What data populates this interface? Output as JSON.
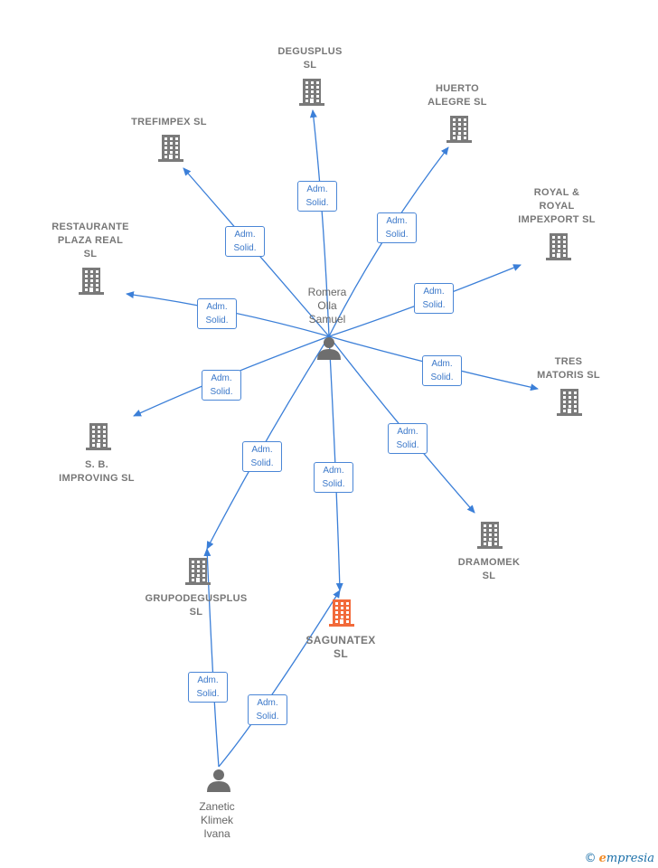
{
  "colors": {
    "edge": "#3b7fd8",
    "company": "#7a7a7a",
    "focus_company": "#f26a3a",
    "person": "#6e6e6e"
  },
  "nodes": [
    {
      "id": "romera",
      "type": "person",
      "label": "Romera\nOlla\nSamuel"
    },
    {
      "id": "zanetic",
      "type": "person",
      "label": "Zanetic\nKlimek\nIvana"
    },
    {
      "id": "degusplus",
      "type": "company",
      "label": "DEGUSPLUS\nSL"
    },
    {
      "id": "huerto",
      "type": "company",
      "label": "HUERTO\nALEGRE  SL"
    },
    {
      "id": "trefimpex",
      "type": "company",
      "label": "TREFIMPEX  SL"
    },
    {
      "id": "royal",
      "type": "company",
      "label": "ROYAL &\nROYAL\nIMPEXPORT SL"
    },
    {
      "id": "restaurante",
      "type": "company",
      "label": "RESTAURANTE\nPLAZA REAL\nSL"
    },
    {
      "id": "tres",
      "type": "company",
      "label": "TRES\nMATORIS SL"
    },
    {
      "id": "sb",
      "type": "company",
      "label": "S.  B.\nIMPROVING  SL"
    },
    {
      "id": "dramomek",
      "type": "company",
      "label": "DRAMOMEK\nSL"
    },
    {
      "id": "grupodegusplus",
      "type": "company",
      "label": "GRUPODEGUSPLUS\nSL"
    },
    {
      "id": "sagunatex",
      "type": "focus_company",
      "label": "SAGUNATEX\nSL"
    }
  ],
  "edges": [
    {
      "from": "romera",
      "to": "degusplus",
      "label": "Adm.\nSolid."
    },
    {
      "from": "romera",
      "to": "huerto",
      "label": "Adm.\nSolid."
    },
    {
      "from": "romera",
      "to": "trefimpex",
      "label": "Adm.\nSolid."
    },
    {
      "from": "romera",
      "to": "royal",
      "label": "Adm.\nSolid."
    },
    {
      "from": "romera",
      "to": "restaurante",
      "label": "Adm.\nSolid."
    },
    {
      "from": "romera",
      "to": "tres",
      "label": "Adm.\nSolid."
    },
    {
      "from": "romera",
      "to": "sb",
      "label": "Adm.\nSolid."
    },
    {
      "from": "romera",
      "to": "dramomek",
      "label": "Adm.\nSolid."
    },
    {
      "from": "romera",
      "to": "grupodegusplus",
      "label": "Adm.\nSolid."
    },
    {
      "from": "romera",
      "to": "sagunatex",
      "label": "Adm.\nSolid."
    },
    {
      "from": "zanetic",
      "to": "grupodegusplus",
      "label": "Adm.\nSolid."
    },
    {
      "from": "zanetic",
      "to": "sagunatex",
      "label": "Adm.\nSolid."
    }
  ],
  "footer": {
    "copyright": "©",
    "brand_initial": "e",
    "brand_rest": "mpresia"
  }
}
